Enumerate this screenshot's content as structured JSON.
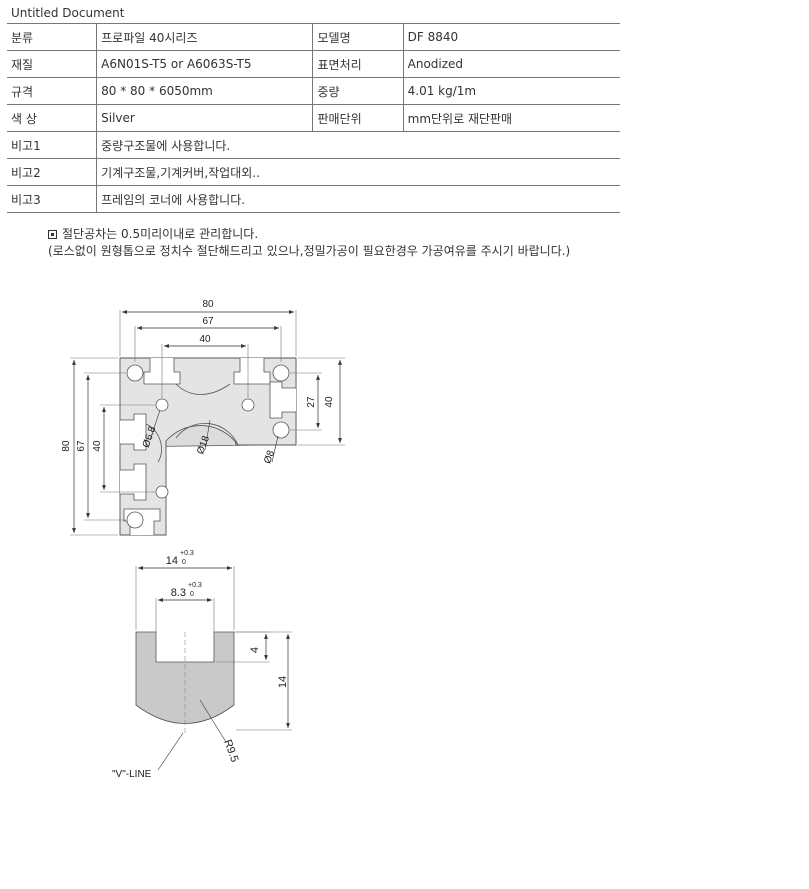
{
  "document": {
    "title": "Untitled Document"
  },
  "spec": {
    "rows": [
      {
        "label1": "분류",
        "value1": "프로파일 40시리즈",
        "label2": "모델명",
        "value2": "DF 8840"
      },
      {
        "label1": "재질",
        "value1": "A6N01S-T5 or A6063S-T5",
        "label2": "표면처리",
        "value2": "Anodized"
      },
      {
        "label1": "규격",
        "value1": "80 * 80 * 6050mm",
        "label2": "중량",
        "value2": "4.01 kg/1m"
      },
      {
        "label1": "색 상",
        "value1": "Silver",
        "label2": "판매단위",
        "value2": "mm단위로 재단판매"
      }
    ],
    "notes": [
      {
        "label": "비고1",
        "value": "중량구조물에 사용합니다."
      },
      {
        "label": "비고2",
        "value": "기계구조물,기계커버,작업대외.."
      },
      {
        "label": "비고3",
        "value": "프레임의 코너에 사용합니다."
      }
    ]
  },
  "remarks": {
    "line1": "절단공차는 0.5미리이내로 관리합니다.",
    "line2": "(로스없이 원형톱으로 정치수 절단해드리고 있으나,정밀가공이 필요한경우 가공여유를 주시기 바랍니다.)"
  },
  "profile_drawing": {
    "top_80": "80",
    "top_67": "67",
    "top_40": "40",
    "right_27": "27",
    "right_40": "40",
    "left_80": "80",
    "left_67": "67",
    "left_40": "40",
    "dia_68": "Ø6.8",
    "dia_18": "Ø18",
    "dia_8": "Ø8"
  },
  "slot_drawing": {
    "w14": "14",
    "w14_tol_top": "+0.3",
    "w14_tol_bottom": "0",
    "w83": "8.3",
    "w83_tol_top": "+0.3",
    "w83_tol_bottom": "0",
    "h4": "4",
    "h14": "14",
    "r95": "R9.5",
    "vline": "\"V\"-LINE"
  }
}
